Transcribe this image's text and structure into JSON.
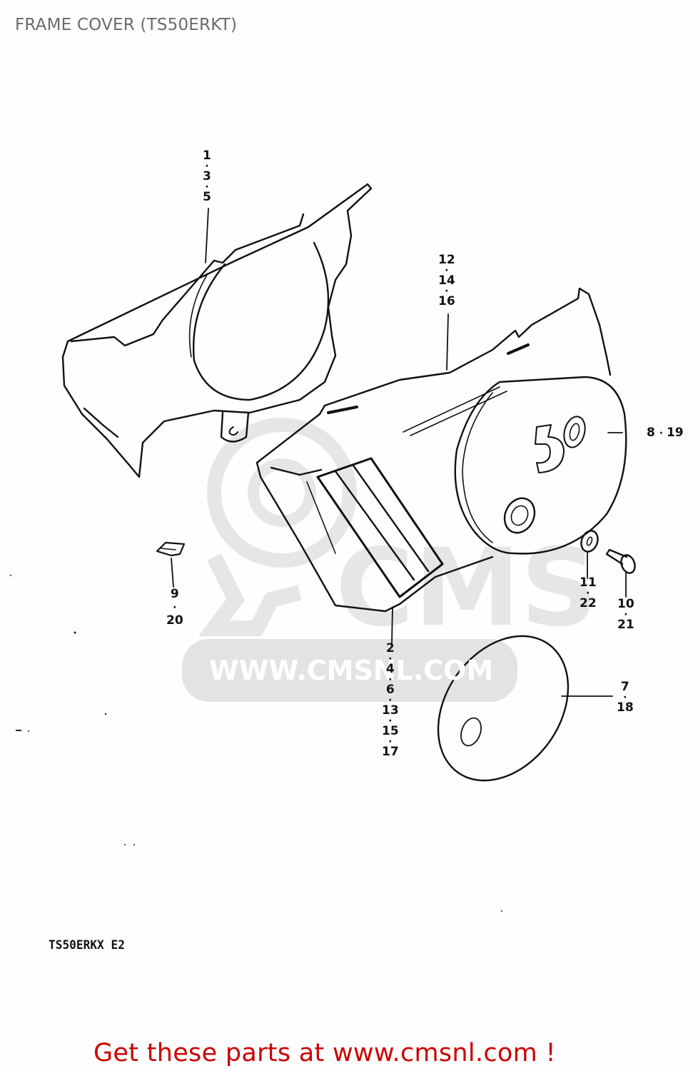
{
  "header": {
    "title": "FRAME COVER (TS50ERKT)"
  },
  "diagram": {
    "watermark": {
      "brand": "CMS",
      "url_text": "WWW.CMSNL.COM",
      "color": "#e3e3e3"
    },
    "cover_badge_text": "50",
    "callouts": [
      {
        "id": "c-1-3-5",
        "part_numbers": [
          "1",
          "3",
          "5"
        ],
        "label": "1 · 3 · 5",
        "points_to": "upper frame cover (left)"
      },
      {
        "id": "c-12-14-16",
        "part_numbers": [
          "12",
          "14",
          "16"
        ],
        "label": "12 · 14 · 16",
        "points_to": "side frame cover body"
      },
      {
        "id": "c-8-19",
        "part_numbers": [
          "8",
          "19"
        ],
        "label": "8 · 19",
        "points_to": "round cover with 50 emblem"
      },
      {
        "id": "c-9-20",
        "part_numbers": [
          "9",
          "20"
        ],
        "label": "9 · 20",
        "points_to": "clip"
      },
      {
        "id": "c-11-22",
        "part_numbers": [
          "11",
          "22"
        ],
        "label": "11 · 22",
        "points_to": "washer"
      },
      {
        "id": "c-10-21",
        "part_numbers": [
          "10",
          "21"
        ],
        "label": "10 · 21",
        "points_to": "screw"
      },
      {
        "id": "c-2-4-6-13-15-17",
        "part_numbers": [
          "2",
          "4",
          "6",
          "13",
          "15",
          "17"
        ],
        "label": "2 · 4 · 6 · 13 · 15 · 17",
        "points_to": "lower cover / vent section"
      },
      {
        "id": "c-7-18",
        "part_numbers": [
          "7",
          "18"
        ],
        "label": "7 · 18",
        "points_to": "oval gasket / sheet"
      }
    ],
    "model_code": "TS50ERKX E2"
  },
  "footer": {
    "link_text": "Get these parts at www.cmsnl.com !",
    "link_color": "#cc0000"
  }
}
